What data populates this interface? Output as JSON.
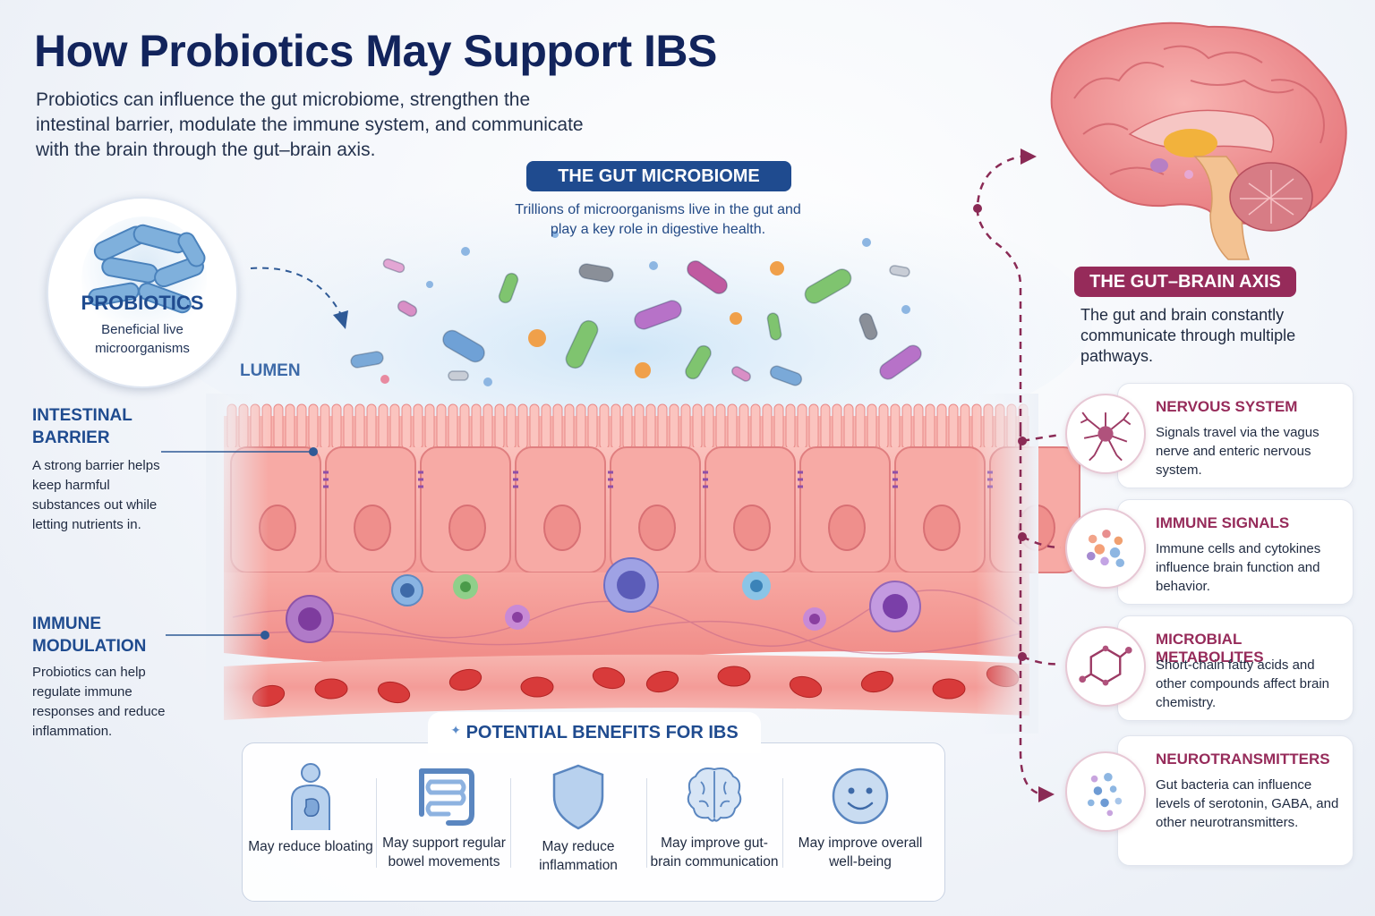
{
  "header": {
    "title": "How Probiotics May Support IBS",
    "subtitle": "Probiotics can influence the gut microbiome, strengthen the intestinal barrier, modulate the immune system, and communicate with the brain through the gut–brain axis."
  },
  "microbiome": {
    "label": "THE GUT MICROBIOME",
    "description": "Trillions of microorganisms live in the gut and play a key role in digestive health."
  },
  "probiotics": {
    "title": "PROBIOTICS",
    "description": "Beneficial live microorganisms"
  },
  "lumen_label": "LUMEN",
  "intestinal_barrier": {
    "title": "INTESTINAL BARRIER",
    "description": "A strong barrier helps keep harmful substances out while letting nutrients in."
  },
  "immune_modulation": {
    "title": "IMMUNE MODULATION",
    "description": "Probiotics can help regulate immune responses and reduce inflammation."
  },
  "benefits": {
    "title": "POTENTIAL BENEFITS FOR IBS",
    "items": [
      {
        "label": "May reduce bloating",
        "icon": "torso-stomach-icon"
      },
      {
        "label": "May support regular bowel movements",
        "icon": "intestine-icon"
      },
      {
        "label": "May reduce inflammation",
        "icon": "shield-icon"
      },
      {
        "label": "May improve gut-brain communication",
        "icon": "brain-icon"
      },
      {
        "label": "May improve overall well-being",
        "icon": "smiley-icon"
      }
    ]
  },
  "gut_brain_axis": {
    "label": "THE GUT–BRAIN AXIS",
    "description": "The gut and brain constantly communicate through multiple pathways.",
    "pathways": [
      {
        "title": "NERVOUS SYSTEM",
        "description": "Signals travel via the vagus nerve and enteric nervous system.",
        "icon": "neuron-icon"
      },
      {
        "title": "IMMUNE SIGNALS",
        "description": "Immune cells and cytokines influence brain function and behavior.",
        "icon": "cytokine-dots-icon"
      },
      {
        "title": "MICROBIAL METABOLITES",
        "description": "Short-chain fatty acids and other compounds affect brain chemistry.",
        "icon": "molecule-icon"
      },
      {
        "title": "NEUROTRANSMITTERS",
        "description": "Gut bacteria can influence levels of serotonin, GABA, and other neurotransmitters.",
        "icon": "neurotransmitter-dots-icon"
      }
    ]
  },
  "colors": {
    "navy": "#12245c",
    "blue": "#1f4b8f",
    "maroon": "#962b5a",
    "tissue": "#f4a3a0"
  }
}
